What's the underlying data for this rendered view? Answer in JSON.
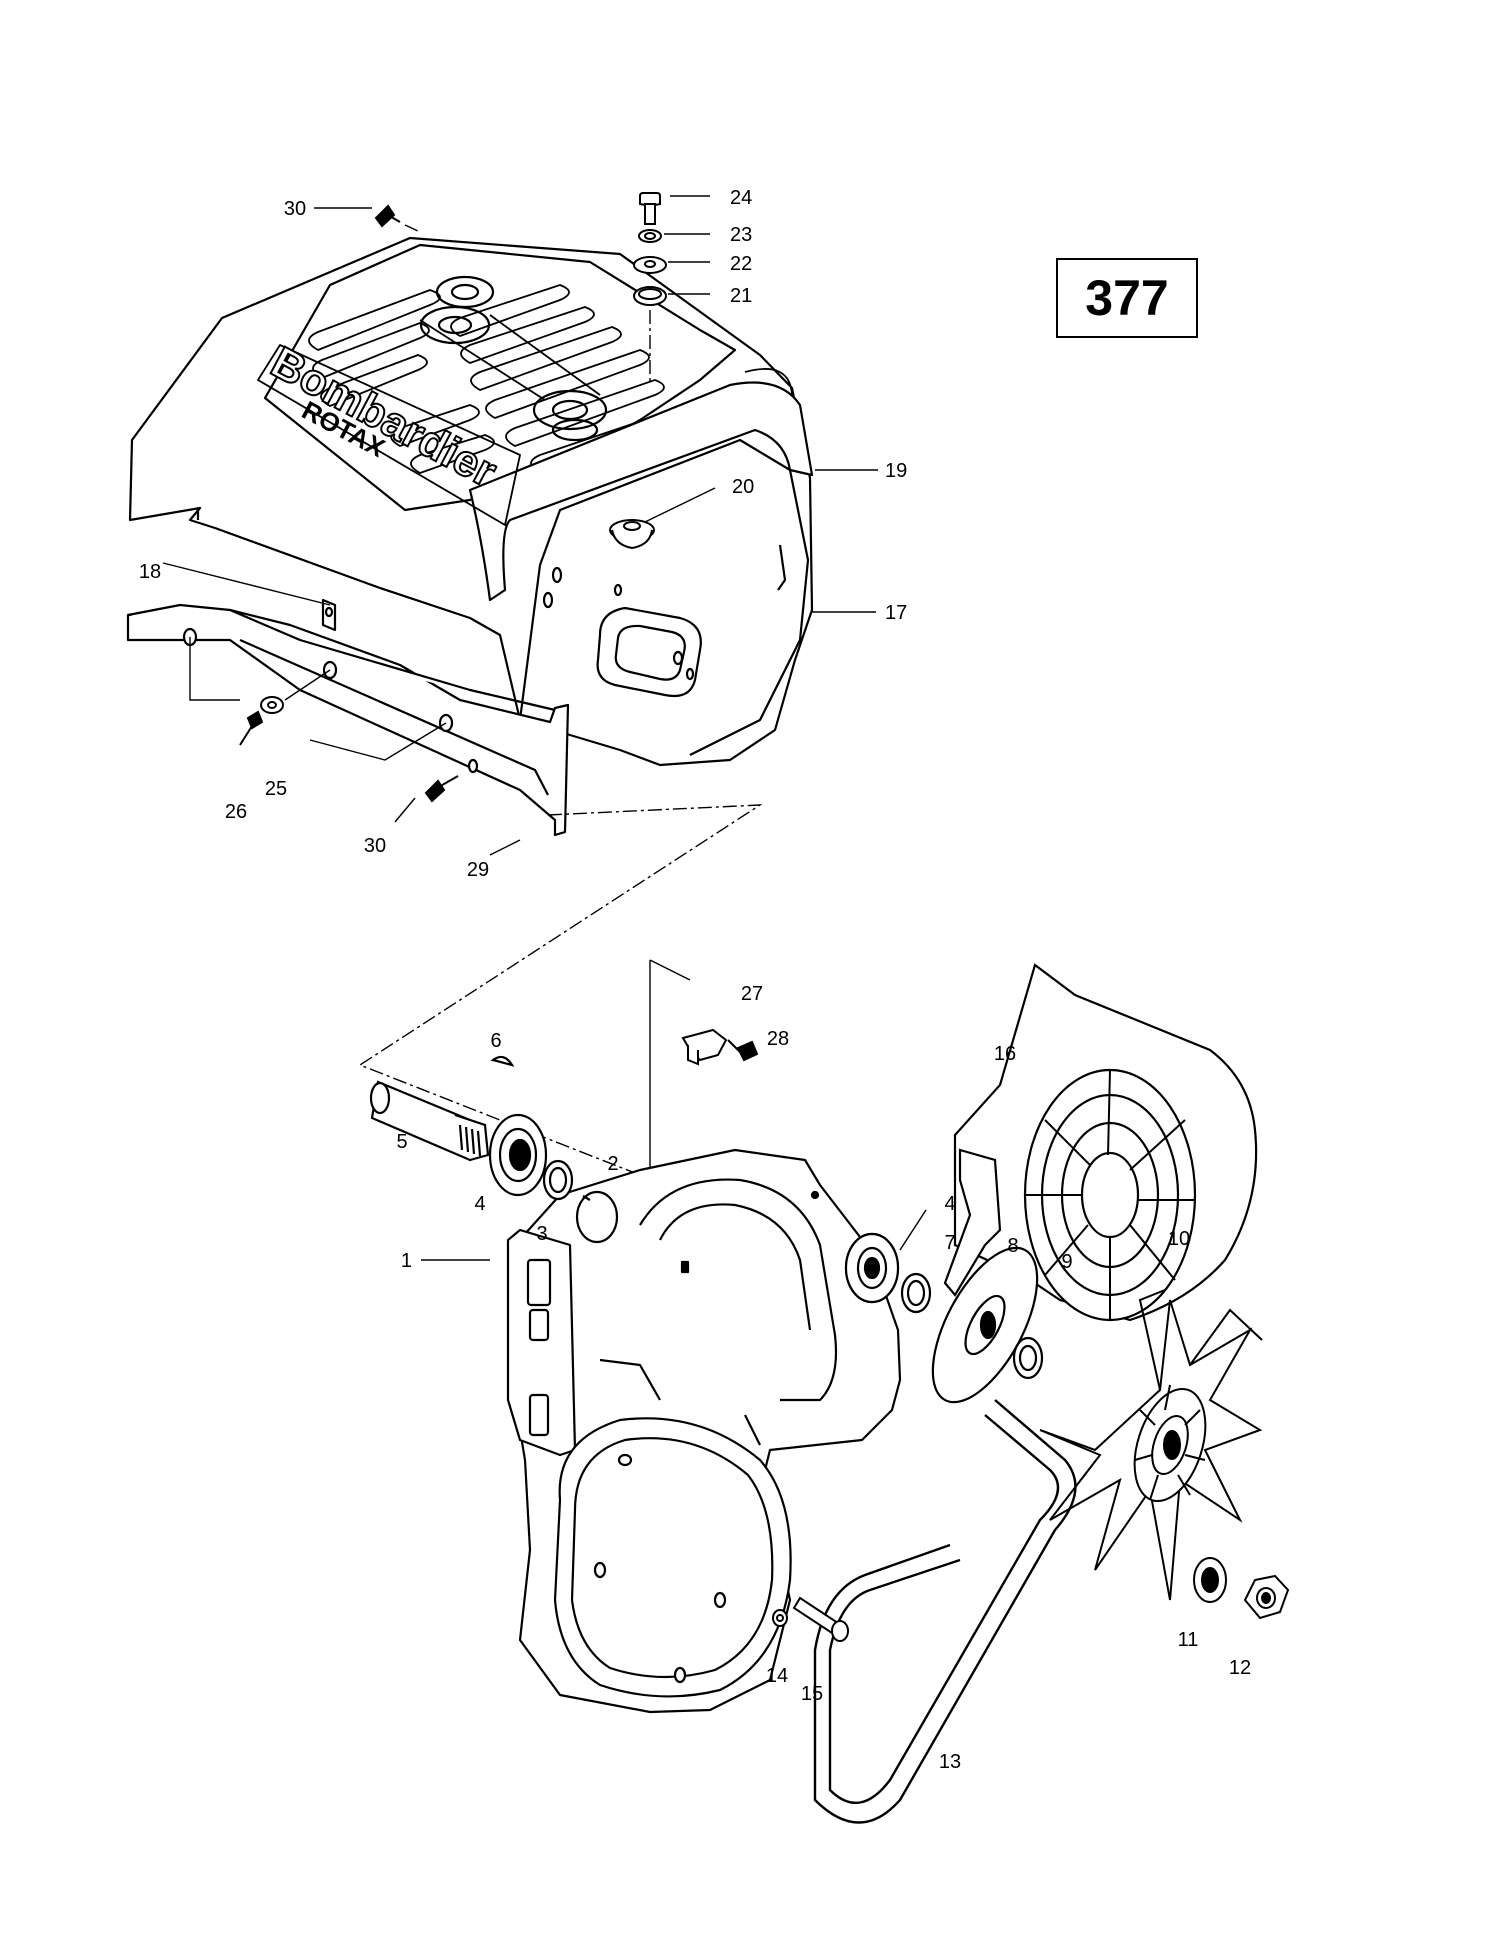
{
  "plate_number": "377",
  "logo_text": {
    "brand": "Bombardier",
    "sub": "ROTAX"
  },
  "callouts": [
    {
      "id": "c1",
      "label": "1"
    },
    {
      "id": "c2",
      "label": "2"
    },
    {
      "id": "c3",
      "label": "3"
    },
    {
      "id": "c4a",
      "label": "4"
    },
    {
      "id": "c4b",
      "label": "4"
    },
    {
      "id": "c5",
      "label": "5"
    },
    {
      "id": "c6",
      "label": "6"
    },
    {
      "id": "c7",
      "label": "7"
    },
    {
      "id": "c8",
      "label": "8"
    },
    {
      "id": "c9",
      "label": "9"
    },
    {
      "id": "c10",
      "label": "10"
    },
    {
      "id": "c11",
      "label": "11"
    },
    {
      "id": "c12",
      "label": "12"
    },
    {
      "id": "c13",
      "label": "13"
    },
    {
      "id": "c14",
      "label": "14"
    },
    {
      "id": "c15",
      "label": "15"
    },
    {
      "id": "c16",
      "label": "16"
    },
    {
      "id": "c17",
      "label": "17"
    },
    {
      "id": "c18",
      "label": "18"
    },
    {
      "id": "c19",
      "label": "19"
    },
    {
      "id": "c20",
      "label": "20"
    },
    {
      "id": "c21",
      "label": "21"
    },
    {
      "id": "c22",
      "label": "22"
    },
    {
      "id": "c23",
      "label": "23"
    },
    {
      "id": "c24",
      "label": "24"
    },
    {
      "id": "c25",
      "label": "25"
    },
    {
      "id": "c26",
      "label": "26"
    },
    {
      "id": "c27",
      "label": "27"
    },
    {
      "id": "c28",
      "label": "28"
    },
    {
      "id": "c29",
      "label": "29"
    },
    {
      "id": "c30a",
      "label": "30"
    },
    {
      "id": "c30b",
      "label": "30"
    }
  ]
}
